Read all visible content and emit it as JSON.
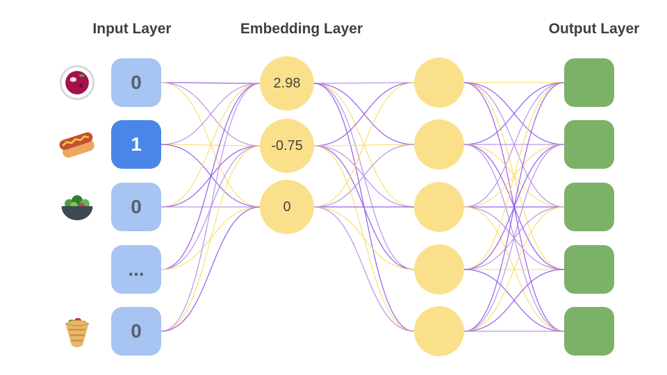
{
  "titles": {
    "input": "Input Layer",
    "embedding": "Embedding Layer",
    "output": "Output Layer"
  },
  "input_layer": {
    "nodes": [
      {
        "label": "0",
        "icon": "soup-bowl-icon",
        "active": false
      },
      {
        "label": "1",
        "icon": "hotdog-icon",
        "active": true
      },
      {
        "label": "0",
        "icon": "salad-bowl-icon",
        "active": false
      },
      {
        "label": "...",
        "icon": null,
        "active": false
      },
      {
        "label": "0",
        "icon": "pita-wrap-icon",
        "active": false
      }
    ]
  },
  "embedding_layer": {
    "nodes": [
      {
        "label": "2.98"
      },
      {
        "label": "-0.75"
      },
      {
        "label": "0"
      }
    ]
  },
  "hidden_layer": {
    "node_count": 5
  },
  "output_layer": {
    "node_count": 5
  },
  "colors": {
    "background": "#ffffff",
    "input_node": "#a7c4f2",
    "input_node_active": "#4a86e8",
    "input_label": "#56616e",
    "input_label_active": "#ffffff",
    "embedding_node": "#fbe08c",
    "embedding_label": "#434343",
    "hidden_node": "#fbe08c",
    "output_node": "#7cb268",
    "edge_purple": "#8c52e5",
    "edge_purple_light": "#b38ae8",
    "edge_yellow": "#ffd966",
    "title_text": "#3c4043"
  }
}
